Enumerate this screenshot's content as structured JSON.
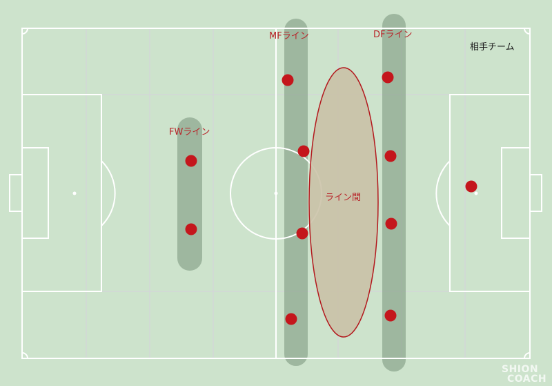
{
  "labels": {
    "mf_line": "MFライン",
    "df_line": "DFライン",
    "fw_line": "FWライン",
    "opponent": "相手チーム",
    "between_lines": "ライン間"
  },
  "watermark": {
    "line1": "SHION",
    "line2": "COACH"
  },
  "colors": {
    "pitch": "#cde3cc",
    "lines": "#ffffff",
    "player": "#c4161c",
    "lane": "#8aa48c",
    "between_fill": "#c9bfa4",
    "between_stroke": "#b3171c",
    "label": "#b8252a"
  },
  "players": {
    "opponent_team": {
      "fw": 2,
      "mf": 4,
      "df": 4,
      "gk": 1
    }
  }
}
